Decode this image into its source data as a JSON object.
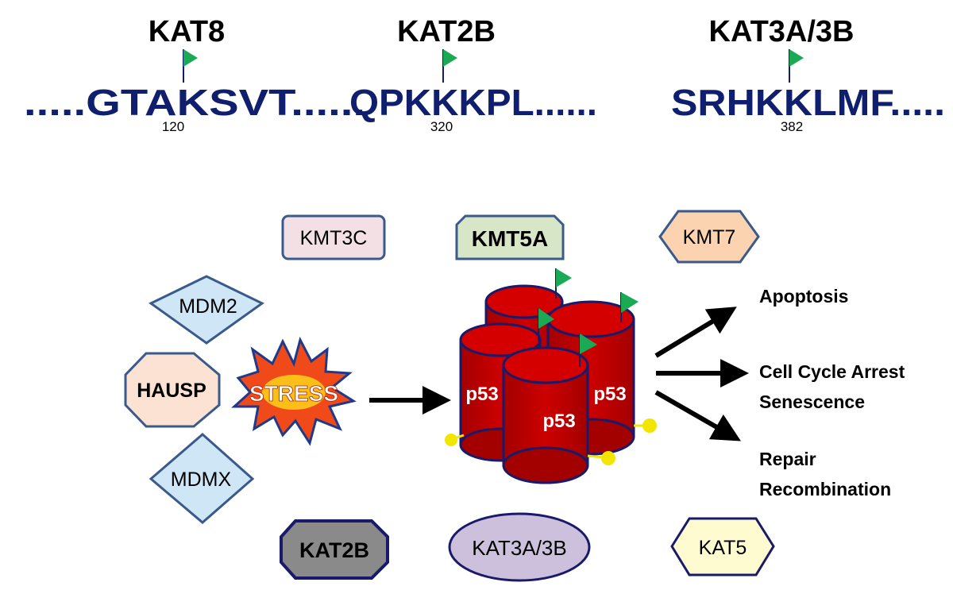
{
  "sites": [
    {
      "enzyme": "KAT8",
      "sequence": ".....GTAKSVT......",
      "position": "120"
    },
    {
      "enzyme": "KAT2B",
      "sequence": "QPKKKPL......",
      "position": "320"
    },
    {
      "enzyme": "KAT3A/3B",
      "sequence": "SRHKKLMF.....",
      "position": "382"
    }
  ],
  "regulators": {
    "kmt3c": "KMT3C",
    "kmt5a": "KMT5A",
    "kmt7": "KMT7",
    "mdm2": "MDM2",
    "hausp": "HAUSP",
    "mdmx": "MDMX",
    "kat2b": "KAT2B",
    "kat3a3b": "KAT3A/3B",
    "kat5": "KAT5"
  },
  "stress_label": "STRESS",
  "p53_labels": [
    "p53",
    "p53",
    "p53"
  ],
  "outcomes": {
    "apoptosis": "Apoptosis",
    "cell_cycle_1": "Cell Cycle Arrest",
    "cell_cycle_2": "Senescence",
    "repair_1": "Repair",
    "repair_2": "Recombination"
  },
  "colors": {
    "sequence": "#0f1f6e",
    "flag": "#1aaa55",
    "outline": "#3a5a8c",
    "cylinder": "#c00000",
    "cylinder_outline": "#1a1a6a",
    "stress_outer": "#1f3a8a",
    "stress_inner": "#e8401a",
    "stress_core": "#ffd21a",
    "kmt3c_fill": "#f2e0e4",
    "kmt5a_fill": "#d8e6c8",
    "kmt7_fill": "#fbd3b0",
    "mdm2_fill": "#cfe6f7",
    "hausp_fill": "#fbe2d2",
    "mdmx_fill": "#cfe6f7",
    "kat2b_fill": "#8a8a8a",
    "kat3a3b_fill": "#ccc0dc",
    "kat5_fill": "#fffbd0",
    "lollipop": "#f2e600"
  }
}
